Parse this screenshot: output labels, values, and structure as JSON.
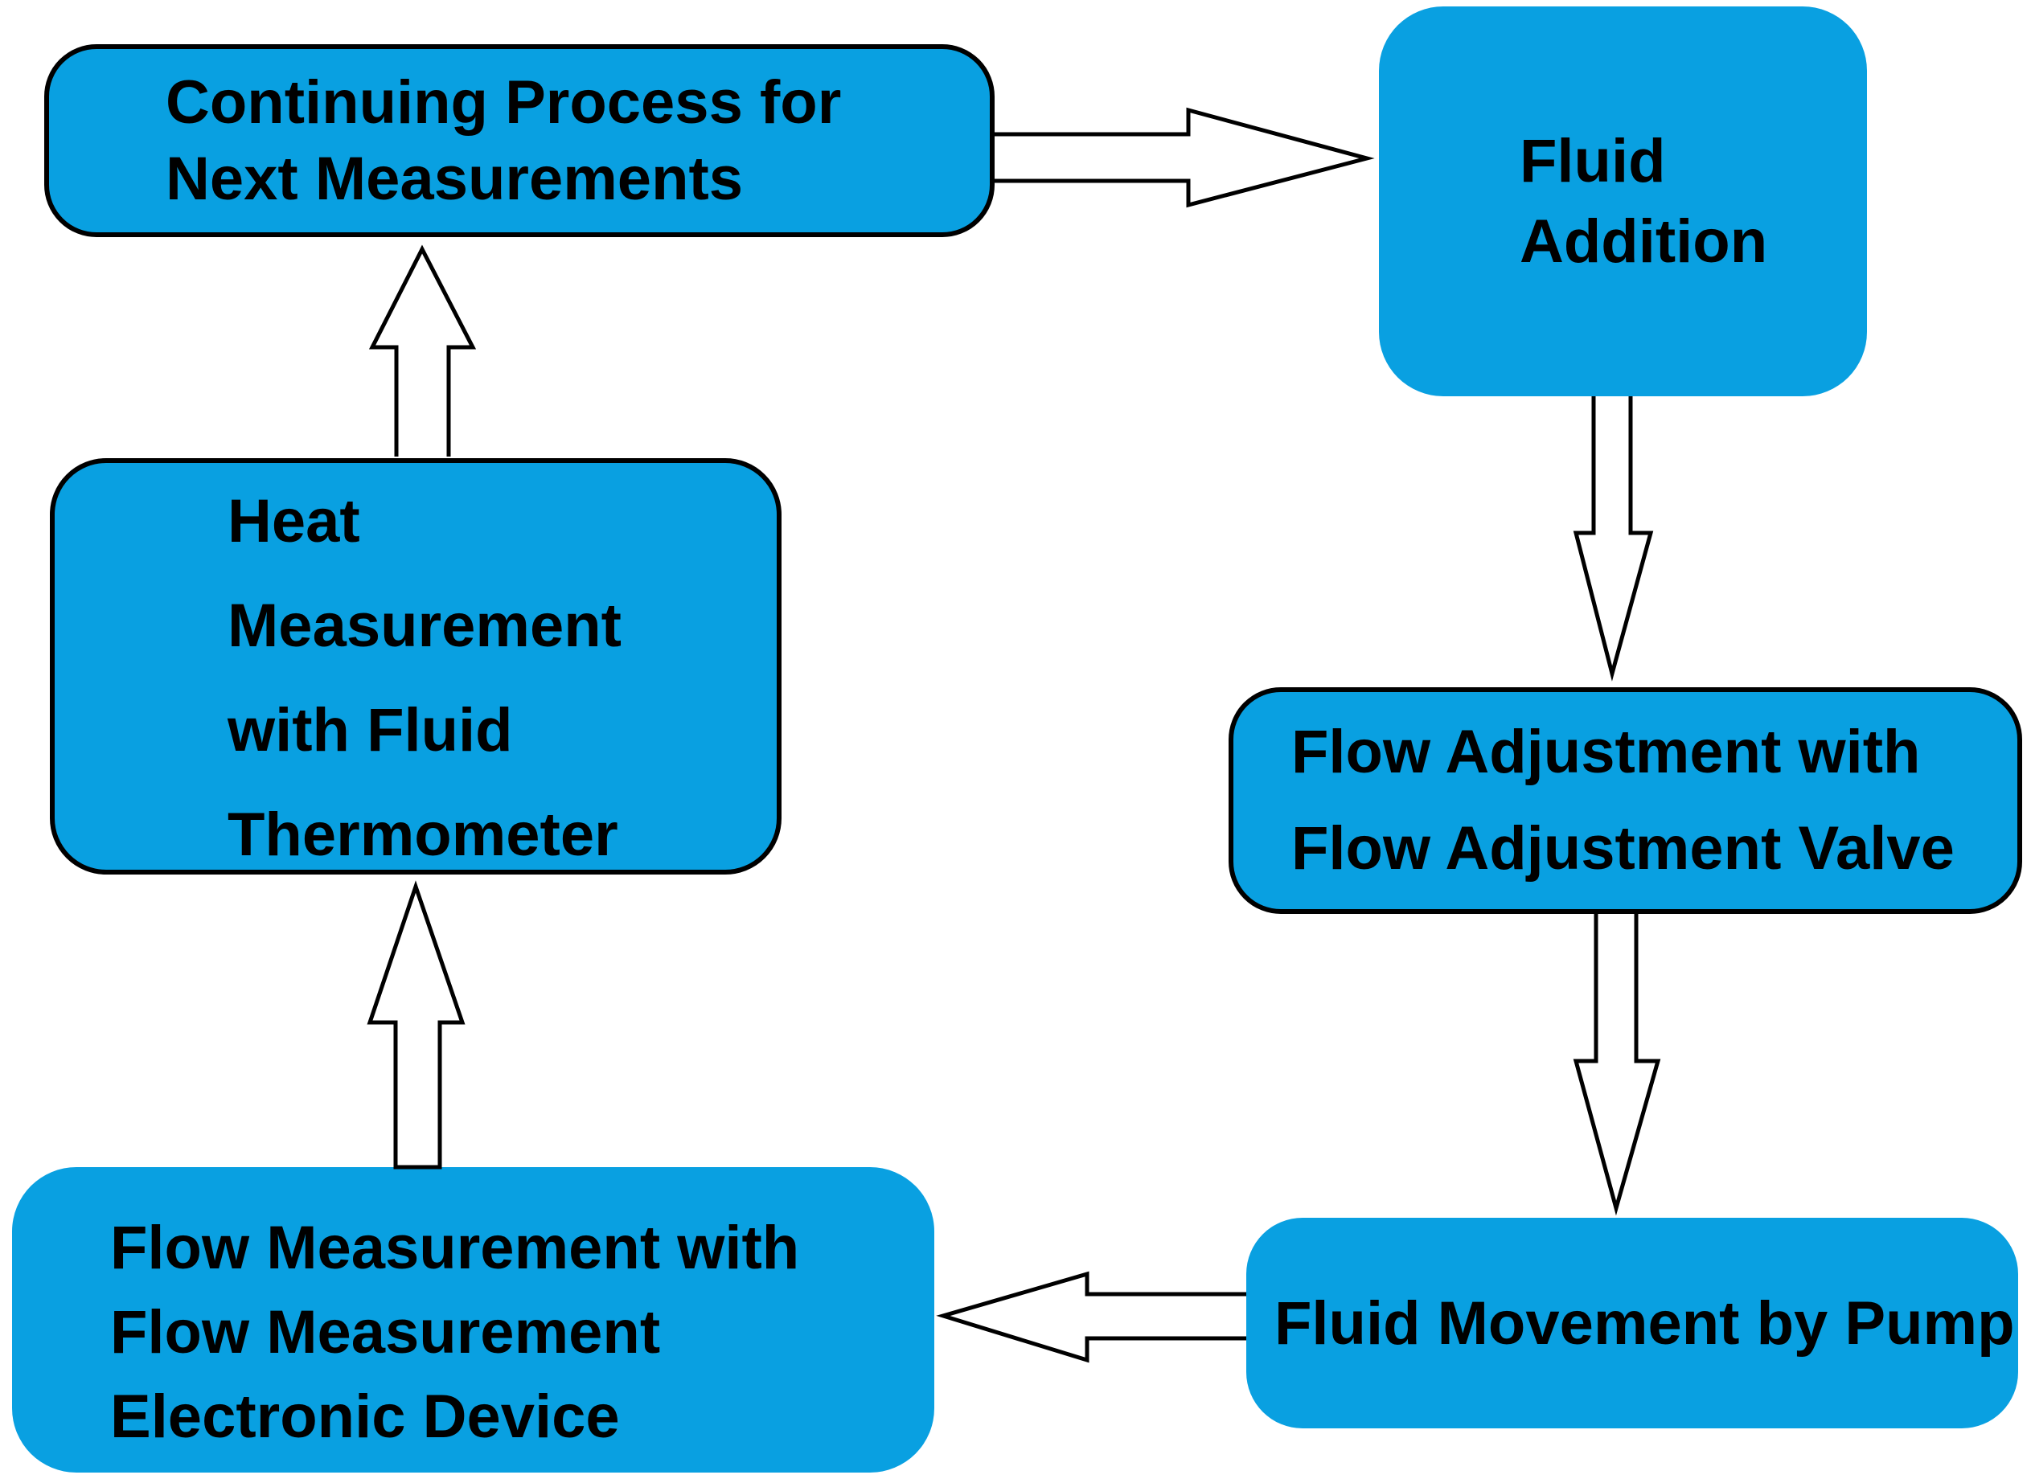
{
  "diagram": {
    "title": "Fluid process measurement cycle flowchart",
    "background_color": "#ffffff",
    "node_fill_color": "#09a0e1",
    "node_border_color": "#000000",
    "text_color": "#000000",
    "arrow_fill_color": "#ffffff",
    "arrow_stroke_color": "#000000",
    "nodes": [
      {
        "id": "continuing-process",
        "lines": [
          "Continuing Process for",
          "Next Measurements"
        ]
      },
      {
        "id": "fluid-addition",
        "lines": [
          "Fluid",
          "Addition"
        ]
      },
      {
        "id": "heat-measurement",
        "lines": [
          "Heat",
          "Measurement",
          "with Fluid",
          "Thermometer"
        ]
      },
      {
        "id": "flow-adjustment",
        "lines": [
          "Flow Adjustment with",
          "Flow Adjustment Valve"
        ]
      },
      {
        "id": "flow-measurement",
        "lines": [
          "Flow Measurement with",
          "Flow Measurement",
          "Electronic Device"
        ]
      },
      {
        "id": "fluid-movement",
        "lines": [
          "Fluid Movement by Pump"
        ]
      }
    ],
    "edges": [
      {
        "from": "continuing-process",
        "to": "fluid-addition",
        "direction": "right"
      },
      {
        "from": "fluid-addition",
        "to": "flow-adjustment",
        "direction": "down"
      },
      {
        "from": "flow-adjustment",
        "to": "fluid-movement",
        "direction": "down"
      },
      {
        "from": "fluid-movement",
        "to": "flow-measurement",
        "direction": "left"
      },
      {
        "from": "flow-measurement",
        "to": "heat-measurement",
        "direction": "up"
      },
      {
        "from": "heat-measurement",
        "to": "continuing-process",
        "direction": "up"
      }
    ]
  }
}
